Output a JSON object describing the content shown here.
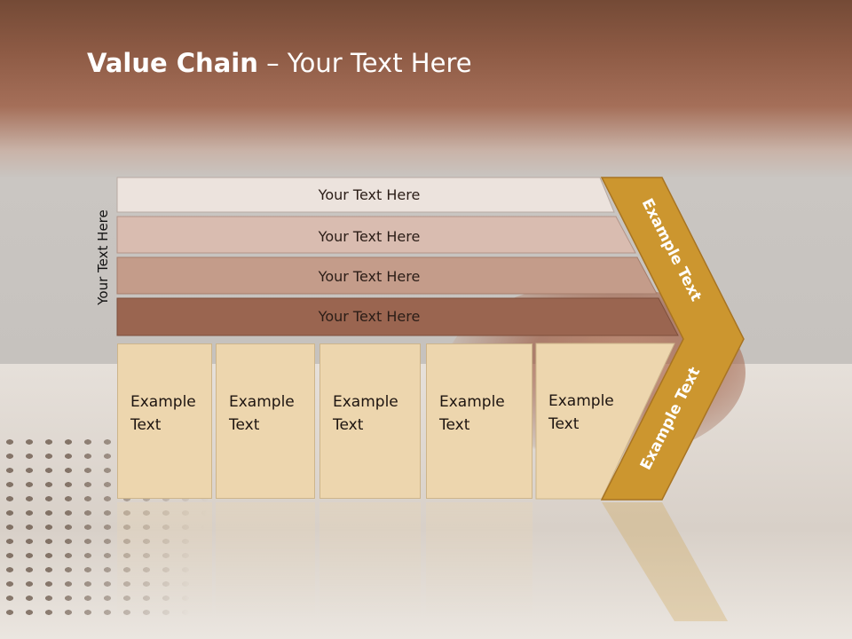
{
  "title": {
    "bold": "Value Chain",
    "rest": " – Your Text Here"
  },
  "side_label": "Your Text Here",
  "rows": [
    {
      "label": "Your Text Here",
      "color": "#ece3dd"
    },
    {
      "label": "Your Text Here",
      "color": "#d9bcb0"
    },
    {
      "label": "Your Text Here",
      "color": "#c49c8a"
    },
    {
      "label": "Your Text Here",
      "color": "#9a6550"
    }
  ],
  "columns": [
    {
      "label": "Example\nText"
    },
    {
      "label": "Example\nText"
    },
    {
      "label": "Example\nText"
    },
    {
      "label": "Example\nText"
    },
    {
      "label": "Example\nText"
    }
  ],
  "chevron": {
    "upper_label": "Example Text",
    "lower_label": "Example Text",
    "color": "#cc962f",
    "border": "#a87422"
  },
  "column_color": "#edd6ae"
}
